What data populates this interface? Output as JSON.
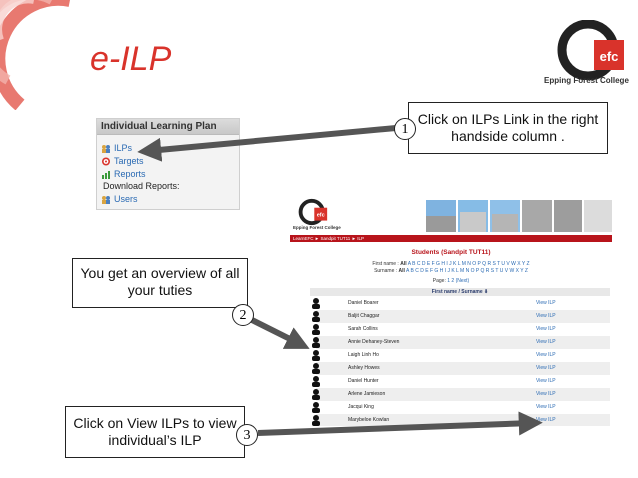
{
  "slide": {
    "title": "e-ILP"
  },
  "college_logo": {
    "caption": "Epping Forest College",
    "mark_text": "efc"
  },
  "ilp_panel": {
    "heading": "Individual Learning Plan",
    "items": [
      {
        "label": "ILPs",
        "icon": "users-icon"
      },
      {
        "label": "Targets",
        "icon": "target-icon"
      },
      {
        "label": "Reports",
        "icon": "chart-icon"
      },
      {
        "label": "Download Reports:",
        "icon": ""
      },
      {
        "label": "Users",
        "icon": "users-icon"
      }
    ]
  },
  "callouts": [
    {
      "number": "1",
      "text": "Click on ILPs Link in the right handside column ."
    },
    {
      "number": "2",
      "text": "You get an overview of all your tuties"
    },
    {
      "number": "3",
      "text": "Click on View ILPs to view individual’s ILP"
    }
  ],
  "screenshot": {
    "breadcrumb": "LearnEFC ► Sandpit TUT11 ► ILP",
    "title": "Students (Sandpit TUT11)",
    "first_name_label": "First name :",
    "surname_label": "Surname :",
    "all_label": "All",
    "letters": "A B C D E F G H I J K L M N O P Q R S T U V W X Y Z",
    "page_label": "Page:",
    "page_links": "1  2  (Next)",
    "column_header": "First name / Surname ⬇",
    "view_label": "View ILP",
    "students": [
      "Daniel Boarer",
      "Baljit Chaggar",
      "Sarah Collins",
      "Annie Dehaney-Steven",
      "Laigh Linh Ho",
      "Ashley Howes",
      "Daniel Hunter",
      "Arlene Jamieson",
      "Jacqui King",
      "Marybeloe Kowlan"
    ]
  },
  "colors": {
    "brand_red": "#d9332b",
    "bar_red": "#b8141b",
    "link_blue": "#2a6ab3"
  }
}
